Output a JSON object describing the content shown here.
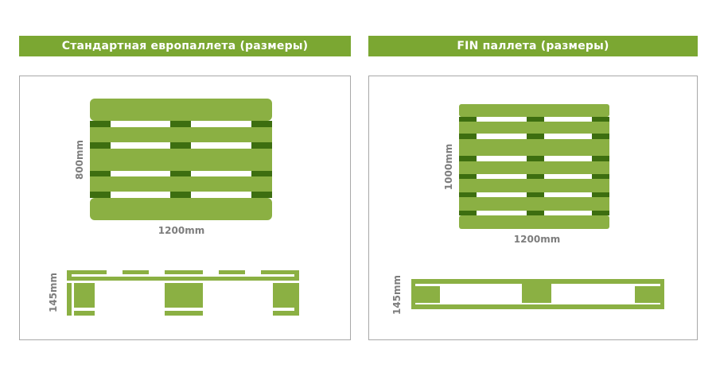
{
  "headers": {
    "left": "Стандартная европаллета (размеры)",
    "right": "FIN паллета (размеры)"
  },
  "euro": {
    "top_width_label": "1200mm",
    "top_depth_label": "800mm",
    "side_height_label": "145mm"
  },
  "fin": {
    "top_width_label": "1200mm",
    "top_depth_label": "1000mm",
    "side_height_label": "145mm"
  },
  "colors": {
    "light_green": "#8bb043",
    "dark_green": "#3d6e10",
    "header_green": "#7ba732",
    "border": "#a8a8a8",
    "label_gray": "#7d7d7d"
  }
}
